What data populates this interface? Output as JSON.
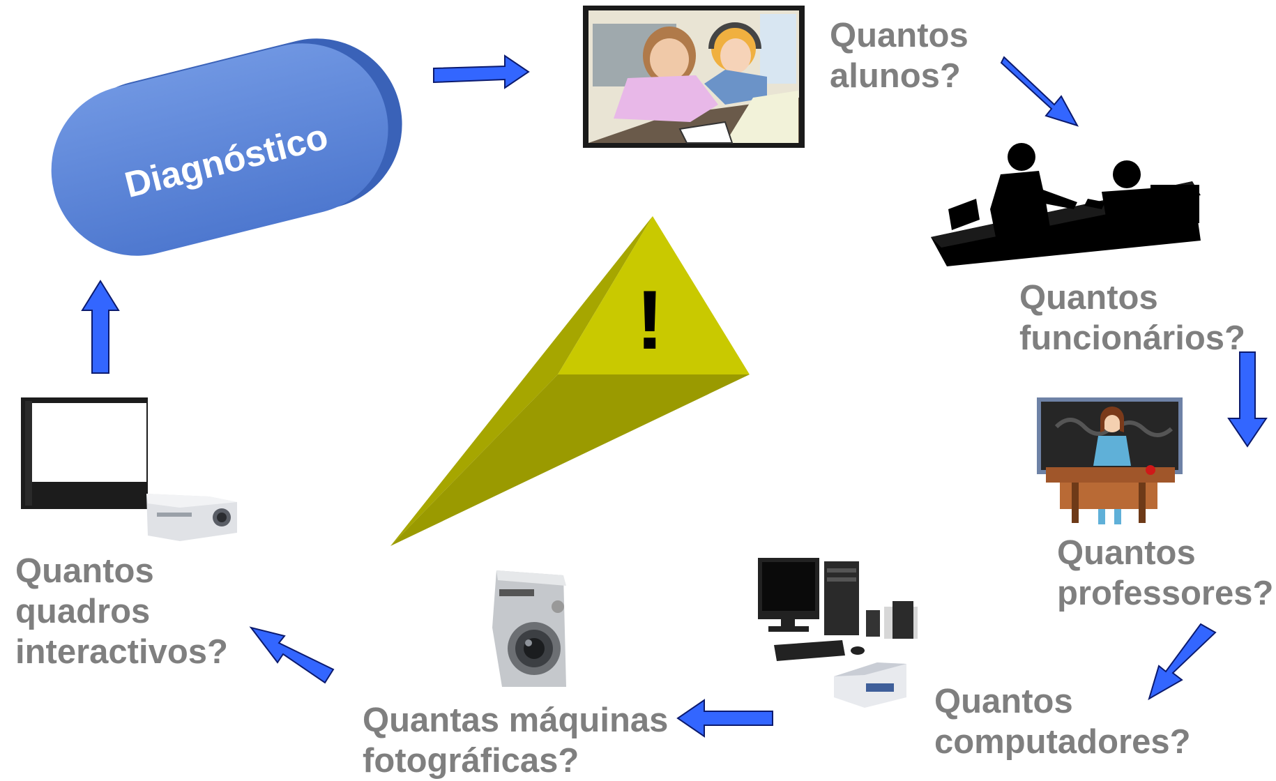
{
  "center": {
    "label": "Diagnóstico",
    "color": "#4f7fd6"
  },
  "warning": {
    "symbol": "!",
    "color": "#c8c800"
  },
  "arrow_color": "#3366ff",
  "steps": [
    {
      "lines": [
        "Quantos",
        "alunos?"
      ],
      "image": "students-at-computer-illustration"
    },
    {
      "lines": [
        "Quantos",
        "funcionários?"
      ],
      "image": "office-staff-silhouette"
    },
    {
      "lines": [
        "Quantos",
        "professores?"
      ],
      "image": "teacher-at-blackboard-illustration"
    },
    {
      "lines": [
        "Quantos",
        "computadores?"
      ],
      "image": "desktop-computer-printer-photo"
    },
    {
      "lines": [
        "Quantas máquinas",
        "fotográficas?"
      ],
      "image": "digital-camera-photo"
    },
    {
      "lines": [
        "Quantos",
        "quadros",
        "interactivos?"
      ],
      "image": "interactive-whiteboard-projector-photo"
    }
  ]
}
